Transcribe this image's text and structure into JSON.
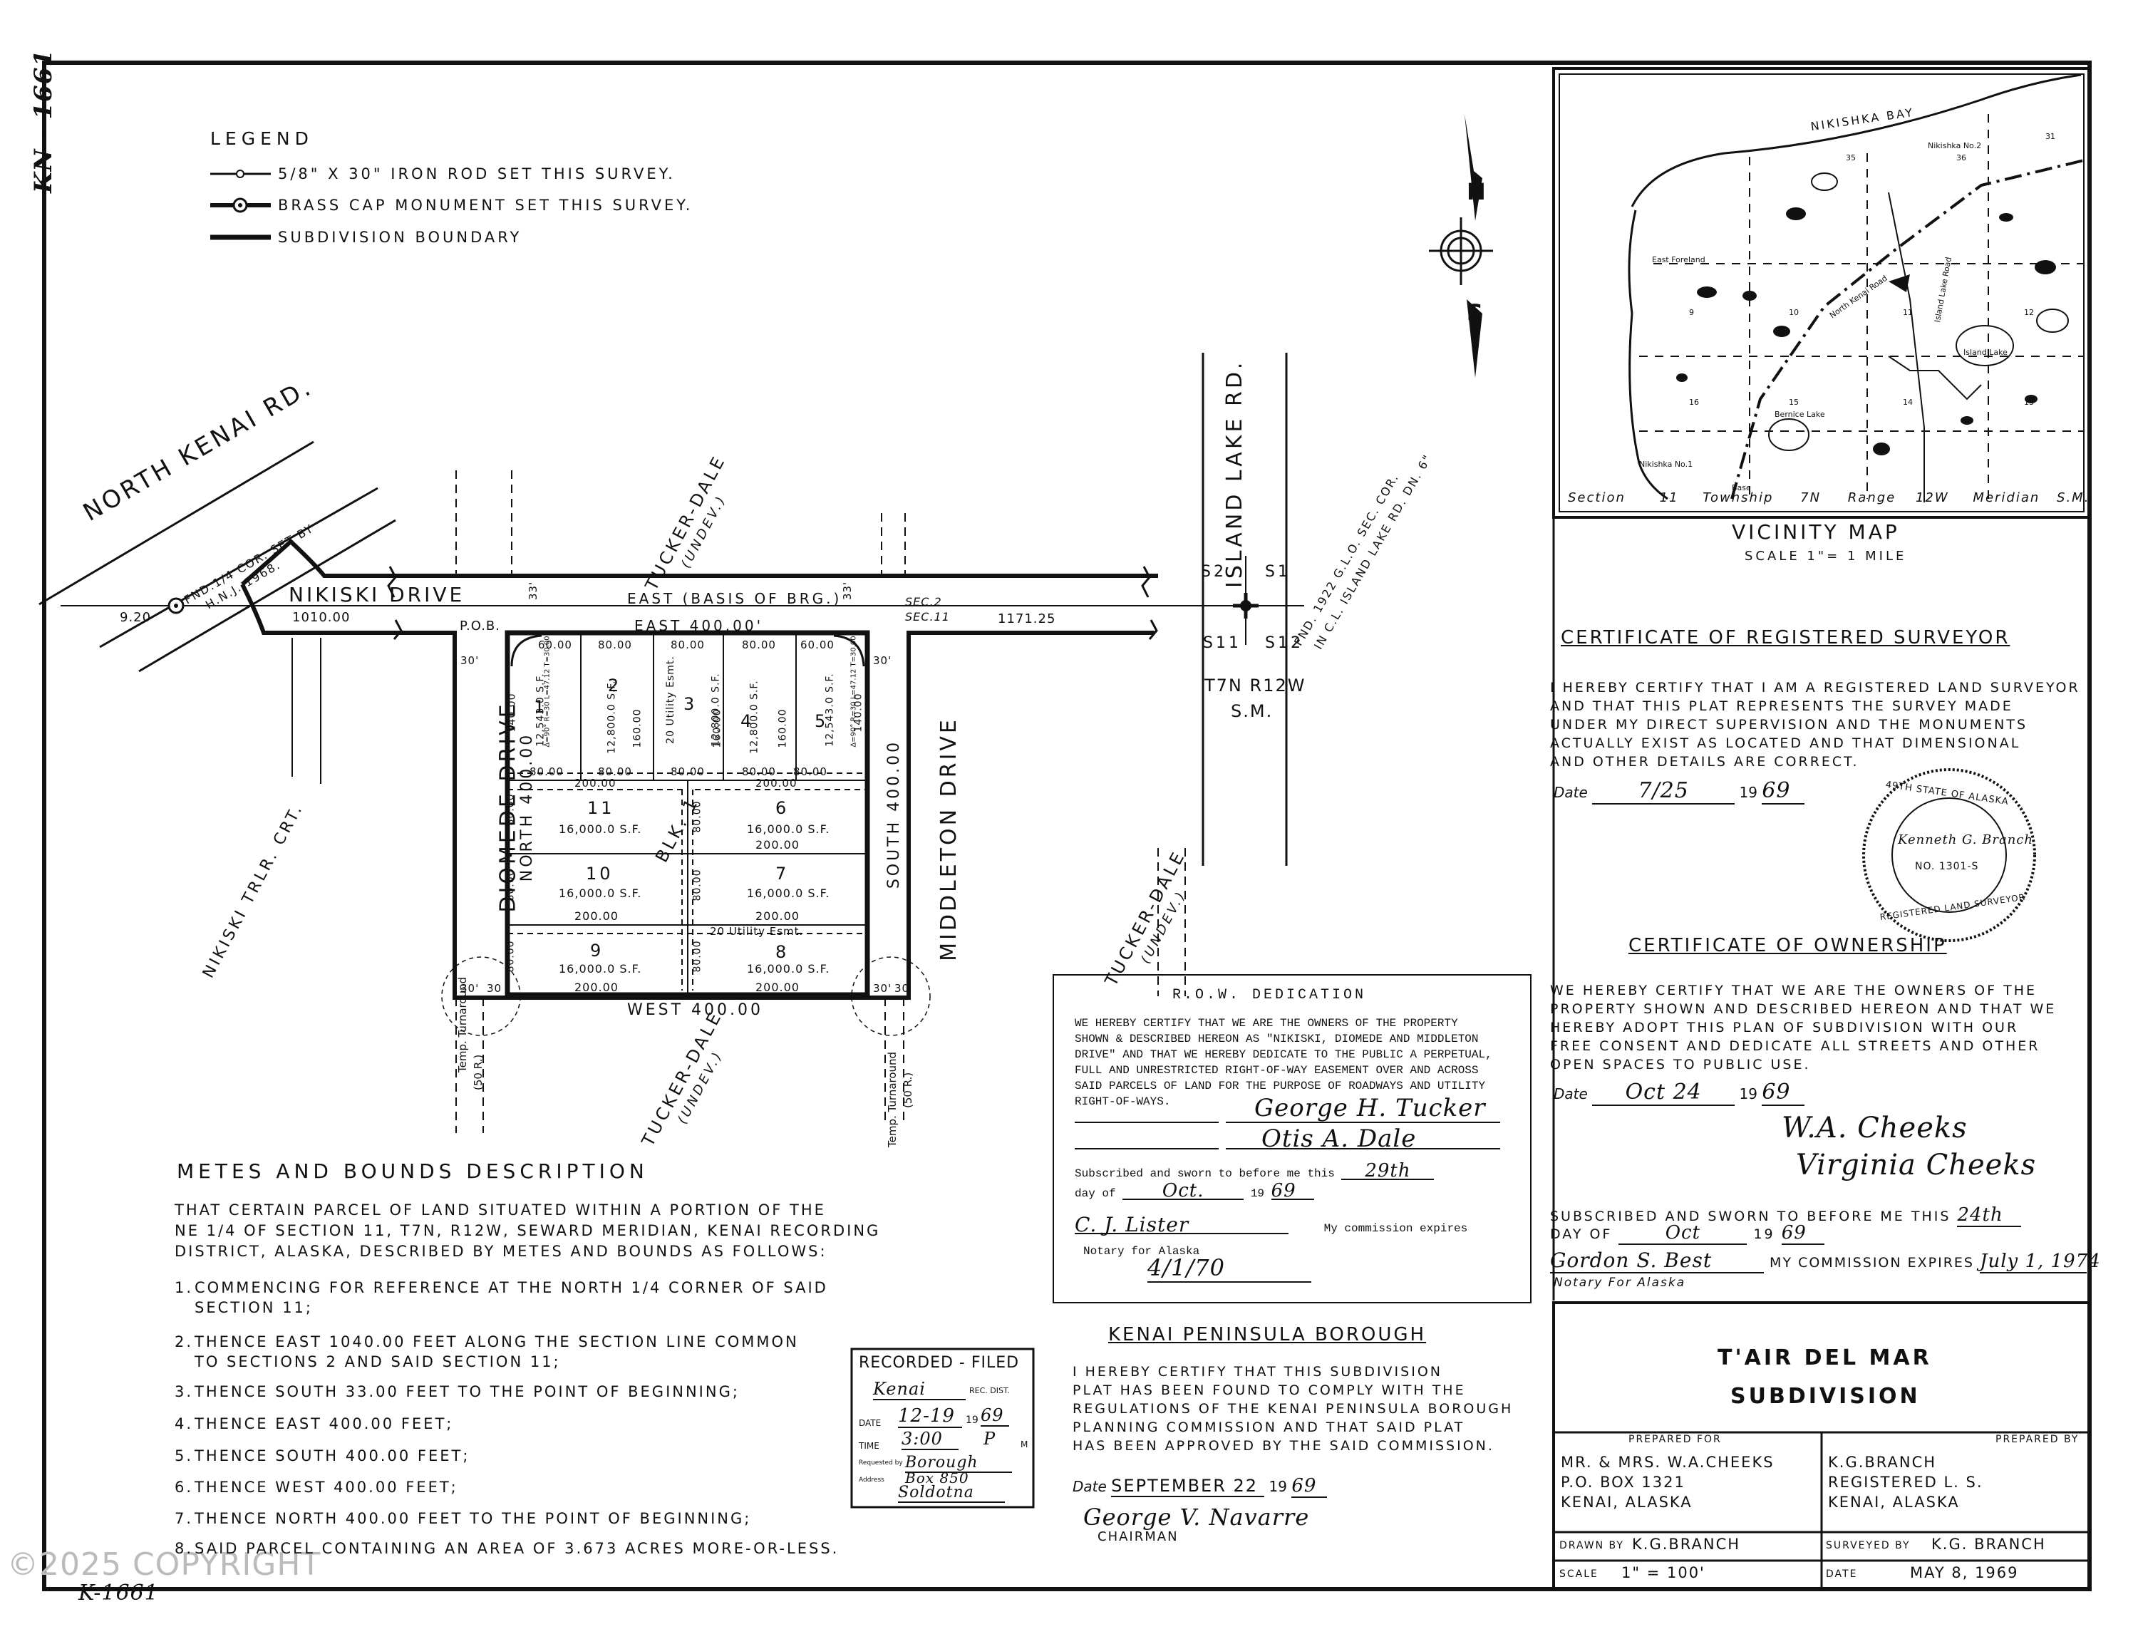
{
  "margin_notes": {
    "top_left": "KN - 1661",
    "bottom_left": "K-1661",
    "watermark": "©2025 COPYRIGHT"
  },
  "legend": {
    "title": "LEGEND",
    "items": [
      {
        "label": "5/8\" X 30\" IRON ROD SET THIS SURVEY.",
        "icon": "iron-rod"
      },
      {
        "label": "BRASS CAP MONUMENT SET THIS SURVEY.",
        "icon": "brass-cap"
      },
      {
        "label": "SUBDIVISION BOUNDARY",
        "icon": "boundary-line"
      }
    ]
  },
  "plat": {
    "roads": {
      "north_kenai": "NORTH KENAI RD.",
      "nikiski_drive": "NIKISKI DRIVE",
      "island_lake": "ISLAND LAKE RD.",
      "diomede": "DIOMEDE DRIVE",
      "middleton": "MIDDLETON DRIVE",
      "trailer_ct": "NIKISKI TRLR. CRT."
    },
    "tucker_dale": {
      "name": "TUCKER-DALE",
      "undev": "(UNDEV.)"
    },
    "labels": {
      "fnd_quarter": "FND.1/4 COR. SET BY",
      "fnd_quarter_2": "H.N.J. 1968.",
      "fnd_glo": "FND. 1922 G.L.O. SEC. COR.",
      "fnd_glo_2": "IN C.L. ISLAND LAKE RD. DN. 6\"",
      "east_basis": "EAST  (BASIS OF BRG.)",
      "east_400": "EAST 400.00'",
      "west_400": "WEST 400.00",
      "north_400": "NORTH 400.00",
      "south_400": "SOUTH 400.00",
      "dist_920": "9.20",
      "dist_1010": "1010.00",
      "dist_117125": "1171.25",
      "pob": "P.O.B.",
      "sec2": "SEC.2",
      "sec11": "SEC.11",
      "s2": "S2",
      "s1": "S1",
      "s11": "S11",
      "s12": "S12",
      "twp": "T7N R12W",
      "sm": "S.M.",
      "d33": "33'",
      "d30": "30'",
      "d30b": "30",
      "temp_turn": "Temp. Turnaround",
      "temp_turn_r": "(50 R.)",
      "utility_v": "20 Utility Esmt.",
      "utility_h": "20 Utility Esmt.",
      "blk": "BLK. 1",
      "curve": "Δ=90° R=30 L=47.12 T=30.00"
    },
    "top_lots": [
      {
        "num": "1",
        "area": "12,543.0 S.F.",
        "front": "60.00",
        "depth": "140.00",
        "back": "80.00"
      },
      {
        "num": "2",
        "area": "12,800.0 S.F.",
        "front": "80.00",
        "depth": "160.00",
        "back": "80.00"
      },
      {
        "num": "3",
        "area": "12,800.0 S.F.",
        "front": "80.00",
        "depth": "160.00",
        "back": "80.00"
      },
      {
        "num": "4",
        "area": "12,800.0 S.F.",
        "front": "80.00",
        "depth": "160.00",
        "back": "80.00"
      },
      {
        "num": "5",
        "area": "12,543.0 S.F.",
        "front": "60.00",
        "depth": "140.00",
        "back": "80.00"
      }
    ],
    "left_lots": [
      {
        "num": "11",
        "area": "16,000.0 S.F.",
        "top": "200.00",
        "bottom": "",
        "side": "80.00"
      },
      {
        "num": "10",
        "area": "16,000.0 S.F.",
        "top": "",
        "bottom": "200.00",
        "side": "80.00"
      },
      {
        "num": "9",
        "area": "16,000.0 S.F.",
        "top": "",
        "bottom": "200.00",
        "side": "80.00"
      }
    ],
    "right_lots": [
      {
        "num": "6",
        "area": "16,000.0 S.F.",
        "top": "200.00",
        "bottom": "200.00",
        "side": "80.00"
      },
      {
        "num": "7",
        "area": "16,000.0 S.F.",
        "top": "",
        "bottom": "200.00",
        "side": "80.00"
      },
      {
        "num": "8",
        "area": "16,000.0 S.F.",
        "top": "",
        "bottom": "200.00",
        "side": "80.00"
      }
    ]
  },
  "vicinity_map": {
    "title": "VICINITY MAP",
    "scale": "SCALE 1\"= 1 MILE",
    "labels": {
      "bay": "NIKISHKA BAY",
      "nikishka2": "Nikishka No.2",
      "east_foreland": "East Foreland",
      "north_kenai_rd": "North Kenai Road",
      "island_lake_road": "Island Lake Road",
      "island_lake": "Island Lake",
      "bernice_lake": "Bernice Lake",
      "nikishka1": "Nikishka No.1",
      "base": "Base"
    },
    "sections": [
      "35",
      "36",
      "31",
      "9",
      "10",
      "11",
      "12",
      "16",
      "15",
      "14",
      "13"
    ],
    "footer": {
      "section_label": "Section",
      "section": "11",
      "township_label": "Township",
      "township": "7N",
      "range_label": "Range",
      "range": "12W",
      "meridian_label": "Meridian",
      "meridian": "S.M."
    }
  },
  "surveyor_cert": {
    "title": "CERTIFICATE OF REGISTERED SURVEYOR",
    "lines": [
      "I HEREBY CERTIFY THAT I AM A REGISTERED LAND SURVEYOR",
      "AND THAT THIS PLAT REPRESENTS THE SURVEY MADE",
      "UNDER MY DIRECT SUPERVISION AND THE MONUMENTS",
      "ACTUALLY EXIST AS LOCATED AND THAT DIMENSIONAL",
      "AND OTHER DETAILS ARE CORRECT."
    ],
    "date_label": "Date",
    "date_day": "7/25",
    "date_year_prefix": "19",
    "date_year": "69",
    "seal": {
      "outer": "49TH STATE OF ALASKA",
      "name": "Kenneth G. Branch",
      "number": "NO. 1301-S",
      "bottom": "REGISTERED LAND SURVEYOR"
    }
  },
  "ownership_cert": {
    "title": "CERTIFICATE OF OWNERSHIP",
    "lines": [
      "WE HEREBY CERTIFY THAT WE ARE THE OWNERS OF THE",
      "PROPERTY SHOWN AND DESCRIBED HEREON AND THAT WE",
      "HEREBY ADOPT THIS PLAN OF SUBDIVISION WITH OUR",
      "FREE CONSENT AND DEDICATE ALL STREETS AND OTHER",
      "OPEN SPACES TO PUBLIC USE."
    ],
    "date_label": "Date",
    "date_day": "Oct 24",
    "date_year_prefix": "19",
    "date_year": "69",
    "signatures": [
      "W.A. Cheeks",
      "Virginia Cheeks"
    ],
    "sworn": "SUBSCRIBED AND SWORN TO BEFORE ME THIS",
    "sworn_day": "24th",
    "day_of": "DAY OF",
    "month": "Oct",
    "year_prefix": "19",
    "year": "69",
    "notary_sig": "Gordon S. Best",
    "commission": "MY COMMISSION EXPIRES",
    "commission_date": "July 1, 1974",
    "notary": "Notary For Alaska"
  },
  "row_dedication": {
    "title": "R.O.W. DEDICATION",
    "lines": [
      "WE HEREBY CERTIFY THAT WE ARE THE OWNERS OF THE PROPERTY",
      "SHOWN & DESCRIBED HEREON AS \"NIKISKI, DIOMEDE AND MIDDLETON",
      "DRIVE\" AND THAT WE HEREBY DEDICATE TO THE PUBLIC A PERPETUAL,",
      "FULL AND UNRESTRICTED RIGHT-OF-WAY EASEMENT OVER AND ACROSS",
      "SAID PARCELS OF LAND FOR THE PURPOSE OF ROADWAYS AND UTILITY",
      "RIGHT-OF-WAYS."
    ],
    "signatures": [
      "George H. Tucker",
      "Otis A. Dale"
    ],
    "sworn": "Subscribed and sworn to before me this",
    "sworn_day": "29th",
    "day_of": "day of",
    "month": "Oct.",
    "year_prefix": "19",
    "year": "69",
    "notary_sig": "C. J. Lister",
    "notary": "Notary for Alaska",
    "commission": "My commission expires",
    "commission_date": "4/1/70"
  },
  "borough": {
    "title": "KENAI PENINSULA BOROUGH",
    "lines": [
      "I HEREBY CERTIFY THAT THIS SUBDIVISION",
      "PLAT HAS BEEN FOUND TO COMPLY WITH THE",
      "REGULATIONS OF THE KENAI PENINSULA BOROUGH",
      "PLANNING COMMISSION AND THAT SAID PLAT",
      "HAS BEEN APPROVED BY THE SAID COMMISSION."
    ],
    "date_label": "Date",
    "date": "SEPTEMBER 22",
    "year_prefix": "19",
    "year": "69",
    "signature": "George V. Navarre",
    "chairman": "CHAIRMAN"
  },
  "recorded": {
    "title": "RECORDED - FILED",
    "district": "Kenai",
    "rec_dist": "REC. DIST.",
    "date_label": "DATE",
    "date": "12-19",
    "year_prefix": "19",
    "year": "69",
    "time_label": "TIME",
    "time": "3:00",
    "pm": "P",
    "m": "M",
    "req_label": "Requested by",
    "req": "Borough",
    "addr_label": "Address",
    "addr1": "Box 850",
    "addr2": "Soldotna"
  },
  "metes": {
    "title": "METES AND BOUNDS DESCRIPTION",
    "intro": [
      "THAT CERTAIN PARCEL OF LAND SITUATED WITHIN A PORTION OF THE",
      "NE 1/4 OF SECTION 11, T7N, R12W, SEWARD MERIDIAN, KENAI RECORDING",
      "DISTRICT, ALASKA, DESCRIBED BY METES AND BOUNDS AS FOLLOWS:"
    ],
    "steps": [
      {
        "n": "1.",
        "l1": "COMMENCING FOR REFERENCE AT THE NORTH 1/4 CORNER OF SAID",
        "l2": "SECTION 11;"
      },
      {
        "n": "2.",
        "l1": "THENCE  EAST  1040.00 FEET ALONG THE SECTION LINE COMMON",
        "l2": "TO SECTIONS 2 AND SAID SECTION 11;"
      },
      {
        "n": "3.",
        "l1": "THENCE   SOUTH    33.00  FEET TO THE POINT OF BEGINNING;",
        "l2": ""
      },
      {
        "n": "4.",
        "l1": "THENCE   EAST    400.00  FEET;",
        "l2": ""
      },
      {
        "n": "5.",
        "l1": "THENCE   SOUTH   400.00  FEET;",
        "l2": ""
      },
      {
        "n": "6.",
        "l1": "THENCE   WEST    400.00  FEET;",
        "l2": ""
      },
      {
        "n": "7.",
        "l1": "THENCE  NORTH  400.00  FEET TO THE POINT OF BEGINNING;",
        "l2": ""
      },
      {
        "n": "8.",
        "l1": "SAID PARCEL CONTAINING AN AREA OF 3.673 ACRES MORE-OR-LESS.",
        "l2": ""
      }
    ]
  },
  "title_block": {
    "name1": "T'AIR DEL MAR",
    "name2": "SUBDIVISION",
    "prepared_for_label": "PREPARED FOR",
    "prepared_for": [
      "MR. & MRS. W.A.CHEEKS",
      "P.O. BOX 1321",
      "KENAI, ALASKA"
    ],
    "prepared_by_label": "PREPARED BY",
    "prepared_by": [
      "K.G.BRANCH",
      "REGISTERED L. S.",
      "KENAI, ALASKA"
    ],
    "drawn_label": "DRAWN BY",
    "drawn": "K.G.BRANCH",
    "surveyed_label": "SURVEYED BY",
    "surveyed": "K.G. BRANCH",
    "scale_label": "SCALE",
    "scale": "1\" = 100'",
    "date_label": "DATE",
    "date": "MAY 8, 1969"
  },
  "north_arrow": {
    "n": "N",
    "s": "S"
  }
}
